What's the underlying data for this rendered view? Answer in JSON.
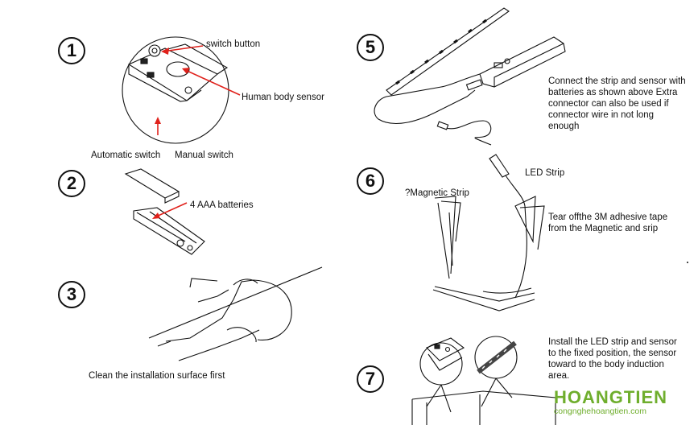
{
  "steps": [
    "1",
    "2",
    "3",
    "5",
    "6",
    "7"
  ],
  "labels": {
    "switch_button": "switch button",
    "human_body_sensor": "Human body sensor",
    "automatic_switch": "Automatic switch",
    "manual_switch": "Manual switch",
    "batteries": "4 AAA batteries",
    "clean_surface": "Clean the installation surface first",
    "connect_strip": "Connect the strip and sensor with batteries as shown above Extra connector can also be used if connector wire in not long enough",
    "led_strip": "LED Strip",
    "magnetic_strip": "?Magnetic Strip",
    "tear_off": "Tear offthe 3M adhesive tape from the Magnetic and srip",
    "install": "Install the LED strip and sensor to the fixed position, the sensor toward to the body induction area."
  },
  "logo": {
    "brand": "HOANGTIEN",
    "site": "congnghehoangtien.com"
  },
  "colors": {
    "arrow": "#e0211b",
    "line": "#111111",
    "brand": "#6fae2d"
  }
}
